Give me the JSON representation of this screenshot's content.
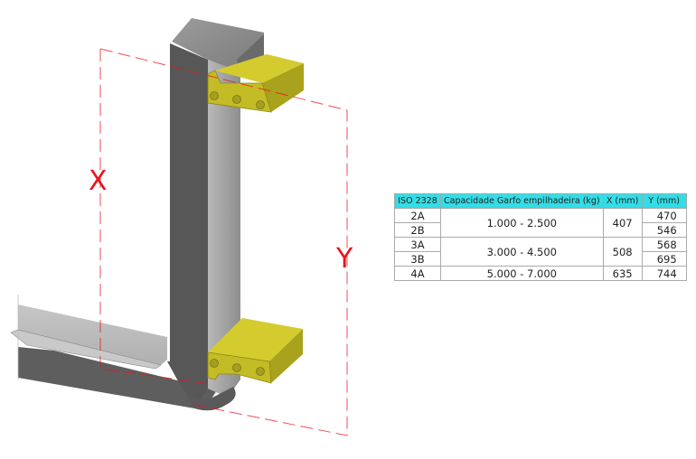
{
  "diagram": {
    "labels": {
      "x": "X",
      "y": "Y"
    },
    "colors": {
      "dimension_line": "#e8141c",
      "carriage_plate": "#c9c12a",
      "fork_dark": "#5a5a5a",
      "fork_light": "#a8a8a8"
    }
  },
  "table": {
    "headers": [
      "ISO 2328",
      "Capacidade Garfo empilhadeira (kg)",
      "X (mm)",
      "Y (mm)"
    ],
    "groups": [
      {
        "capacity": "1.000 - 2.500",
        "x": "407",
        "rows": [
          {
            "class": "2A",
            "y": "470"
          },
          {
            "class": "2B",
            "y": "546"
          }
        ]
      },
      {
        "capacity": "3.000 - 4.500",
        "x": "508",
        "rows": [
          {
            "class": "3A",
            "y": "568"
          },
          {
            "class": "3B",
            "y": "695"
          }
        ]
      },
      {
        "capacity": "5.000 - 7.000",
        "x": "635",
        "rows": [
          {
            "class": "4A",
            "y": "744"
          }
        ]
      }
    ],
    "header_color": "#33dde6"
  }
}
